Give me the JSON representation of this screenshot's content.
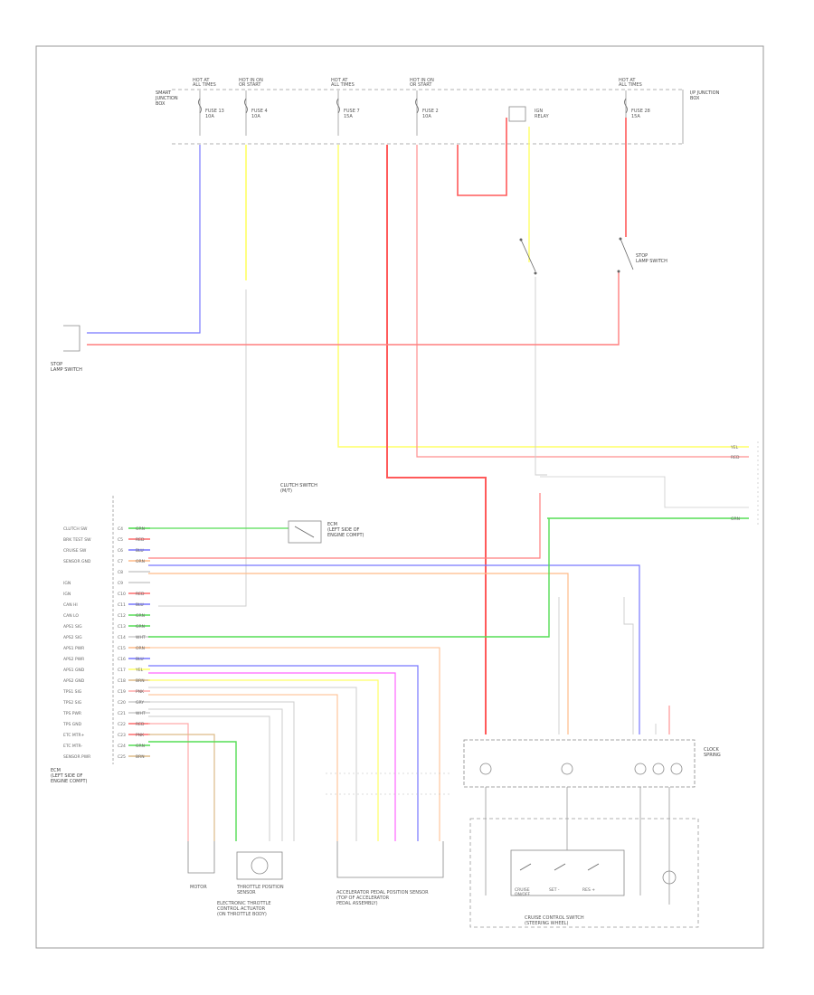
{
  "frame_code": "",
  "top_components": [
    {
      "id": "fuse1",
      "title": "HOT AT\nALL TIMES",
      "label": "FUSE 13\n10A"
    },
    {
      "id": "fuse2",
      "title": "HOT IN ON\nOR START",
      "label": "FUSE 4\n10A"
    },
    {
      "id": "fuse3",
      "title": "HOT AT\nALL TIMES",
      "label": "FUSE 7\n15A"
    },
    {
      "id": "fuse4",
      "title": "HOT IN ON\nOR START",
      "label": "FUSE 2\n10A"
    },
    {
      "id": "relay",
      "title": "",
      "label": "IGN\nRELAY"
    },
    {
      "id": "fuse5",
      "title": "HOT AT\nALL TIMES",
      "label": "FUSE 28\n15A"
    }
  ],
  "top_right_label": "I/P JUNCTION\nBOX",
  "top_left_label": "SMART\nJUNCTION\nBOX",
  "left_connector_label": "STOP\nLAMP SWITCH",
  "brake_switch_label": "STOP\nLAMP SWITCH",
  "clutch_switch_label": "CLUTCH SWITCH\n(M/T)",
  "clutch_switch_sub": "ECM\n(LEFT SIDE OF\nENGINE COMPT)",
  "ecm_label": "ECM\n(LEFT SIDE OF\nENGINE COMPT)",
  "ecm_pins": [
    {
      "name": "CLUTCH SW",
      "code": "C4",
      "wire": "GRN",
      "color": "#55dd55"
    },
    {
      "name": "BRK TEST SW",
      "code": "C5",
      "wire": "RED",
      "color": "#ff6b6b"
    },
    {
      "name": "CRUISE SW",
      "code": "C6",
      "wire": "BLU",
      "color": "#7777ff"
    },
    {
      "name": "SENSOR GND",
      "code": "C7",
      "wire": "ORN",
      "color": "#ffbb88"
    },
    {
      "name": "",
      "code": "C8",
      "wire": "",
      "color": "#cccccc"
    },
    {
      "name": "IGN",
      "code": "C9",
      "wire": "",
      "color": "#cccccc"
    },
    {
      "name": "IGN",
      "code": "C10",
      "wire": "RED",
      "color": "#ff6b6b"
    },
    {
      "name": "CAN HI",
      "code": "C11",
      "wire": "BLU",
      "color": "#7777ff"
    },
    {
      "name": "CAN LO",
      "code": "C12",
      "wire": "GRN",
      "color": "#55dd55"
    },
    {
      "name": "APS1 SIG",
      "code": "C13",
      "wire": "GRN",
      "color": "#55dd55"
    },
    {
      "name": "APS2 SIG",
      "code": "C14",
      "wire": "WHT",
      "color": "#cccccc"
    },
    {
      "name": "APS1 PWR",
      "code": "C15",
      "wire": "ORN",
      "color": "#ffbb88"
    },
    {
      "name": "APS2 PWR",
      "code": "C16",
      "wire": "BLU",
      "color": "#7777ff"
    },
    {
      "name": "APS1 GND",
      "code": "C17",
      "wire": "YEL",
      "color": "#ffff66"
    },
    {
      "name": "APS2 GND",
      "code": "C18",
      "wire": "BRN",
      "color": "#ddbb88"
    },
    {
      "name": "TPS1 SIG",
      "code": "C19",
      "wire": "PNK",
      "color": "#ffaaaa"
    },
    {
      "name": "TPS2 SIG",
      "code": "C20",
      "wire": "GRY",
      "color": "#cccccc"
    },
    {
      "name": "TPS PWR",
      "code": "C21",
      "wire": "WHT",
      "color": "#cccccc"
    },
    {
      "name": "TPS GND",
      "code": "C22",
      "wire": "RED",
      "color": "#ff6b6b"
    },
    {
      "name": "ETC MTR+",
      "code": "C23",
      "wire": "PNK",
      "color": "#ff6b6b"
    },
    {
      "name": "ETC MTR-",
      "code": "C24",
      "wire": "GRN",
      "color": "#55dd55"
    },
    {
      "name": "SENSOR PWR",
      "code": "C25",
      "wire": "BRN",
      "color": "#ddbb88"
    }
  ],
  "bottom_components": [
    {
      "id": "motor",
      "label": "MOTOR"
    },
    {
      "id": "tps",
      "label": "THROTTLE POSITION\nSENSOR"
    },
    {
      "id": "etc",
      "label": "ELECTRONIC THROTTLE\nCONTROL ACTUATOR\n(ON THROTTLE BODY)"
    },
    {
      "id": "aps",
      "label": "ACCELERATOR PEDAL POSITION SENSOR\n(TOP OF ACCELERATOR\nPEDAL ASSEMBLY)"
    },
    {
      "id": "cruise",
      "label": "CRUISE CONTROL SWITCH\n(STEERING WHEEL)"
    }
  ],
  "cruise_buttons": [
    "CRUISE\nON/OFF",
    "SET -",
    "RES +"
  ],
  "clockspring_label": "CLOCK\nSPRING",
  "right_edge_labels": [
    "YEL",
    "RED",
    "GRN"
  ]
}
